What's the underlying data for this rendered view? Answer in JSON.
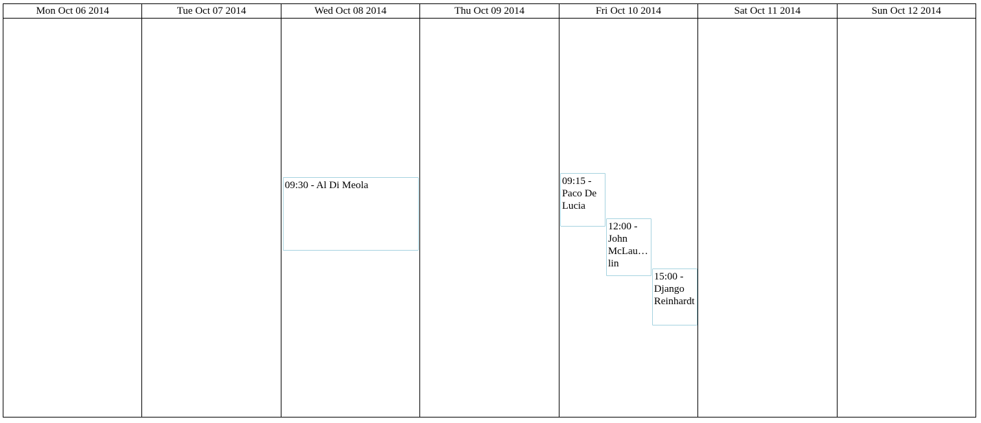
{
  "calendar": {
    "days": [
      {
        "label": "Mon Oct 06 2014"
      },
      {
        "label": "Tue Oct 07 2014"
      },
      {
        "label": "Wed Oct 08 2014"
      },
      {
        "label": "Thu Oct 09 2014"
      },
      {
        "label": "Fri Oct 10 2014"
      },
      {
        "label": "Sat Oct 11 2014"
      },
      {
        "label": "Sun Oct 12 2014"
      }
    ],
    "events": {
      "wed": [
        {
          "label": "09:30 - Al Di Meola"
        }
      ],
      "fri": [
        {
          "label": "09:15 - Paco De Lucia"
        },
        {
          "label": "12:00 - John McLaughlin"
        },
        {
          "label": "15:00 - Django Reinhardt"
        }
      ]
    },
    "colors": {
      "grid_border": "#000000",
      "event_border": "#a7d3e0",
      "background": "#ffffff"
    }
  }
}
